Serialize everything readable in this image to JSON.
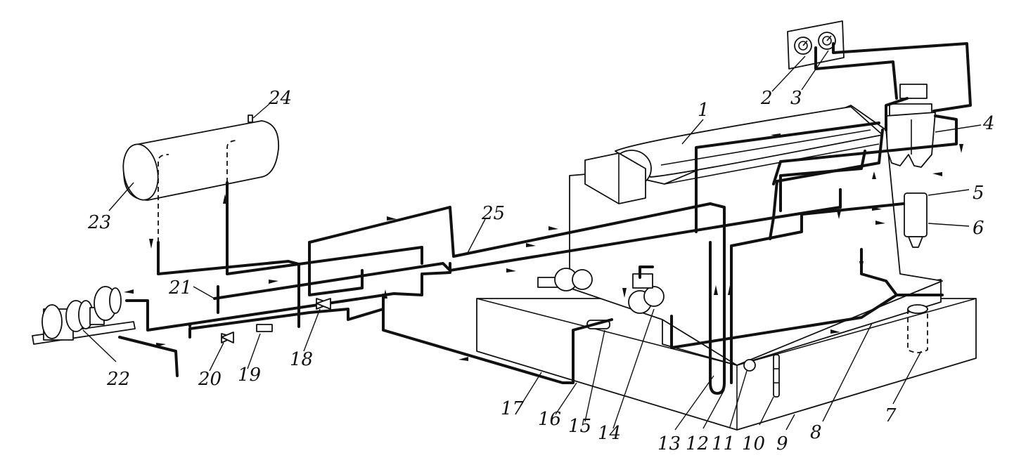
{
  "callouts": {
    "c1": "1",
    "c2": "2",
    "c3": "3",
    "c4": "4",
    "c5": "5",
    "c6": "6",
    "c7": "7",
    "c8": "8",
    "c9": "9",
    "c10": "10",
    "c11": "11",
    "c12": "12",
    "c13": "13",
    "c14": "14",
    "c15": "15",
    "c16": "16",
    "c17": "17",
    "c18": "18",
    "c19": "19",
    "c20": "20",
    "c21": "21",
    "c22": "22",
    "c23": "23",
    "c24": "24",
    "c25": "25"
  },
  "icons": {
    "gauge_panel": "pressure-gauge-icon",
    "tank": "air-receiver-tank-icon",
    "compressor": "electric-motor-compressor-icon",
    "valve": "valve-icon",
    "flow_arrow": "flow-direction-arrow-icon"
  }
}
